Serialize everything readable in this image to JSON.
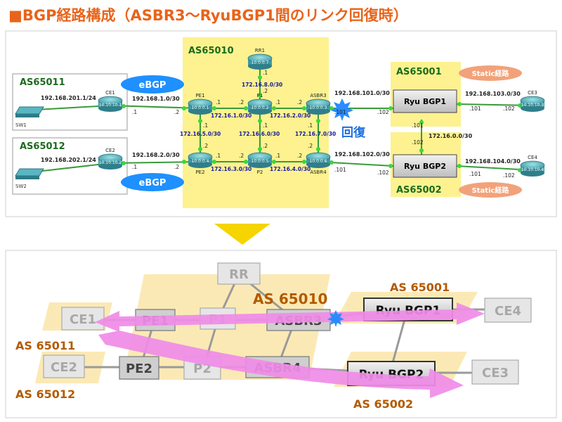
{
  "title": "■BGP経路構成（ASBR3〜RyuBGP1間のリンク回復時）",
  "colors": {
    "title": "#e8641a",
    "as_fill": "#fdf28f",
    "as_label": "#1c6b1c",
    "ebgp": "#1e90ff",
    "static": "#f2a27a",
    "link": "#3a9a3a",
    "dot": "#39d839",
    "subnet": "#1a1aa0",
    "asnum": "#b35a00",
    "pink": "#f08ce8",
    "recover": "#1f6fe0",
    "gray": "#a0a0a0"
  },
  "top": {
    "as65010": "AS65010",
    "as65011": "AS65011",
    "as65012": "AS65012",
    "as65001": "AS65001",
    "as65002": "AS65002",
    "ebgp": "eBGP",
    "static": "Static経路",
    "recover": "回復",
    "routers": {
      "RR1": {
        "name": "RR1",
        "ip": "10.0.0.7"
      },
      "PE1": {
        "name": "PE1",
        "ip": "10.0.0.1"
      },
      "P1": {
        "name": "P1",
        "ip": "10.0.0.2"
      },
      "ASBR3": {
        "name": "ASBR3",
        "ip": "10.0.0.3"
      },
      "PE2": {
        "name": "PE2",
        "ip": "10.0.0.4"
      },
      "P2": {
        "name": "P2",
        "ip": "10.0.0.5"
      },
      "ASBR4": {
        "name": "ASBR4",
        "ip": "10.0.0.6"
      },
      "CE1": {
        "name": "CE1",
        "ip": "10.10.10.1"
      },
      "CE2": {
        "name": "CE2",
        "ip": "10.10.10.2"
      },
      "CE3": {
        "name": "CE3",
        "ip": "10.10.10.3"
      },
      "CE4": {
        "name": "CE4",
        "ip": "10.10.10.4"
      }
    },
    "switches": {
      "SW1": "SW1",
      "SW2": "SW2"
    },
    "ryu1": "Ryu BGP1",
    "ryu2": "Ryu BGP2",
    "subnets": {
      "s201": "192.168.201.1/24",
      "s202": "192.168.202.1/24",
      "s1": "192.168.1.0/30",
      "s2": "192.168.2.0/30",
      "s101": "192.168.101.0/30",
      "s102": "192.168.102.0/30",
      "s103": "192.168.103.0/30",
      "s104": "192.168.104.0/30",
      "n1": "172.16.1.0/30",
      "n2": "172.16.2.0/30",
      "n3": "172.16.3.0/30",
      "n4": "172.16.4.0/30",
      "n5": "172.16.5.0/30",
      "n6": "172.16.6.0/30",
      "n7": "172.16.7.0/30",
      "n8": "172.16.8.0/30",
      "n0": "172.16.0.0/30"
    },
    "ifs": {
      "d1": ".1",
      "d2": ".2",
      "d101": ".101",
      "d102": ".102"
    }
  },
  "bottom": {
    "as65010": "AS 65010",
    "as65001": "AS 65001",
    "as65011": "AS 65011",
    "as65012": "AS 65012",
    "as65002": "AS 65002",
    "RR": "RR",
    "CE1": "CE1",
    "PE1": "PE1",
    "P1": "P1",
    "ASBR3": "ASBR3",
    "RyuBGP1": "Ryu BGP1",
    "CE4": "CE4",
    "CE2": "CE2",
    "PE2": "PE2",
    "P2": "P2",
    "ASBR4": "ASBR4",
    "RyuBGP2": "Ryu BGP2",
    "CE3": "CE3"
  }
}
